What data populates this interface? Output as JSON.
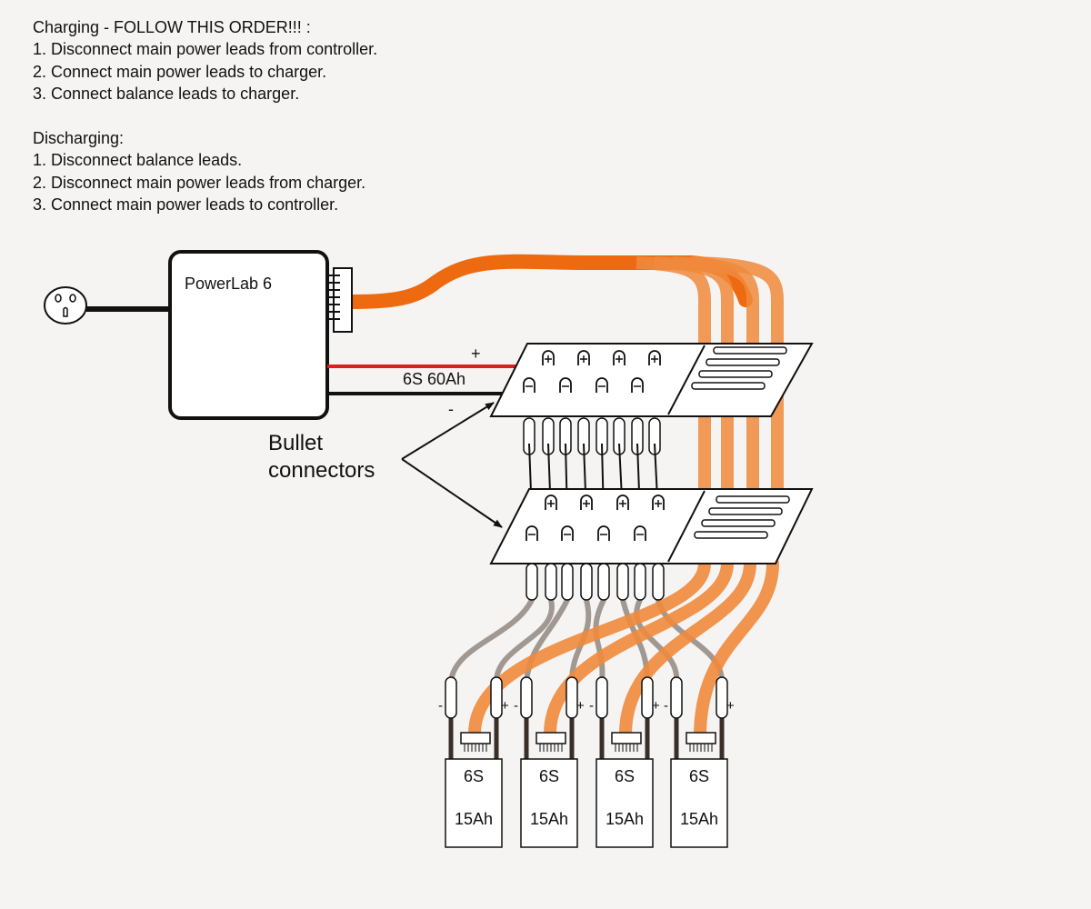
{
  "instructions": {
    "charging_title": "Charging - FOLLOW THIS ORDER!!! :",
    "charging_steps": [
      "1. Disconnect main power leads from controller.",
      "2. Connect main power leads to charger.",
      "3. Connect balance leads to charger."
    ],
    "discharging_title": "Discharging:",
    "discharging_steps": [
      "1. Disconnect balance leads.",
      "2. Disconnect main power leads from charger.",
      "3. Connect main power leads to controller."
    ]
  },
  "charger": {
    "label": "PowerLab 6"
  },
  "pack": {
    "label": "6S 60Ah",
    "plus": "+",
    "minus": "-"
  },
  "callout": {
    "line1": "Bullet",
    "line2": "connectors"
  },
  "batteries": [
    {
      "cells": "6S",
      "capacity": "15Ah",
      "minus": "-",
      "plus": "+"
    },
    {
      "cells": "6S",
      "capacity": "15Ah",
      "minus": "-",
      "plus": "+"
    },
    {
      "cells": "6S",
      "capacity": "15Ah",
      "minus": "-",
      "plus": "+"
    },
    {
      "cells": "6S",
      "capacity": "15Ah",
      "minus": "-",
      "plus": "+"
    }
  ],
  "colors": {
    "positive_lead": "#e21c1c",
    "negative_lead": "#111111",
    "balance_lead": "#f08a3c",
    "balance_lead_dark": "#ee6a10",
    "negative_battery_lead": "#a19892",
    "background": "#f5f4f3"
  }
}
